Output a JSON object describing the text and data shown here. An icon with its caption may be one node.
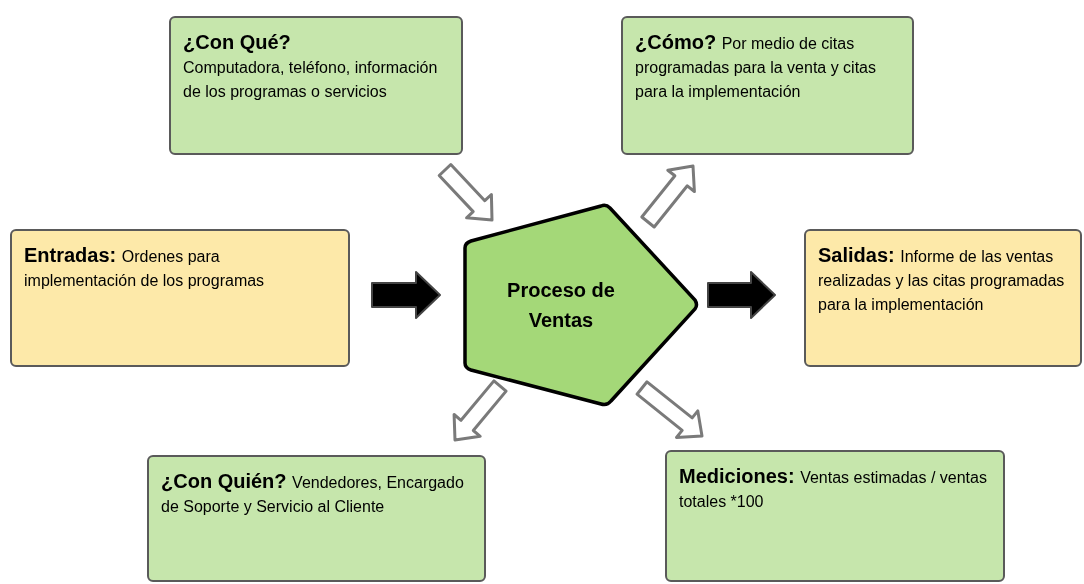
{
  "diagram": {
    "nodes": [
      {
        "text": [
          "¿Con Qué?",
          "Computadora, teléfono, información de los programas o servicios"
        ]
      },
      {
        "text": [
          "¿Cómo?",
          "Por medio de citas programadas para la venta y citas para la implementación"
        ]
      },
      {
        "text": [
          "Entradas:",
          "Ordenes para implementación de los programas"
        ]
      },
      {
        "text": [
          "Proceso de Ventas"
        ]
      },
      {
        "text": [
          "Salidas:",
          "Informe de las ventas realizadas y las citas programadas para la implementación"
        ]
      },
      {
        "text": [
          "¿Con Quién?",
          "Vendedores, Encargado de Soporte y Servicio al Cliente"
        ]
      },
      {
        "text": [
          "Mediciones:",
          "Ventas estimadas / ventas totales *100"
        ]
      }
    ],
    "edges": [
      {
        "from": 0,
        "to": 3,
        "arrow": "to"
      },
      {
        "from": 3,
        "to": 1,
        "arrow": "to"
      },
      {
        "from": 2,
        "to": 3,
        "arrow": "to",
        "style": "thick",
        "color": "#000000"
      },
      {
        "from": 3,
        "to": 4,
        "arrow": "to",
        "style": "thick",
        "color": "#000000"
      },
      {
        "from": 3,
        "to": 5,
        "arrow": "to"
      },
      {
        "from": 3,
        "to": 6,
        "arrow": "to"
      }
    ]
  }
}
